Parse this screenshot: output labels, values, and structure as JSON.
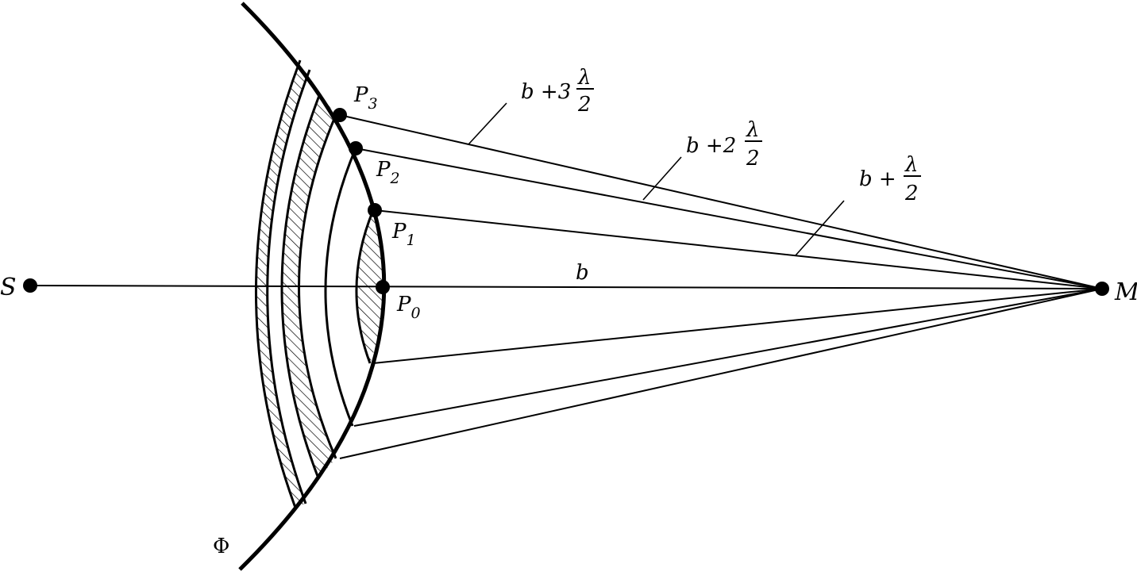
{
  "labels": {
    "source": "S",
    "observer": "M",
    "wavefront": "Φ",
    "p_letter": "P",
    "p0_sub": "0",
    "p1_sub": "1",
    "p2_sub": "2",
    "p3_sub": "3",
    "b": "b",
    "b_plus_half": "b +",
    "b_plus_2": "b +2",
    "b_plus_3": "b +3",
    "lambda": "λ",
    "two": "2"
  },
  "colors": {
    "ink": "#000000",
    "background": "#ffffff"
  }
}
